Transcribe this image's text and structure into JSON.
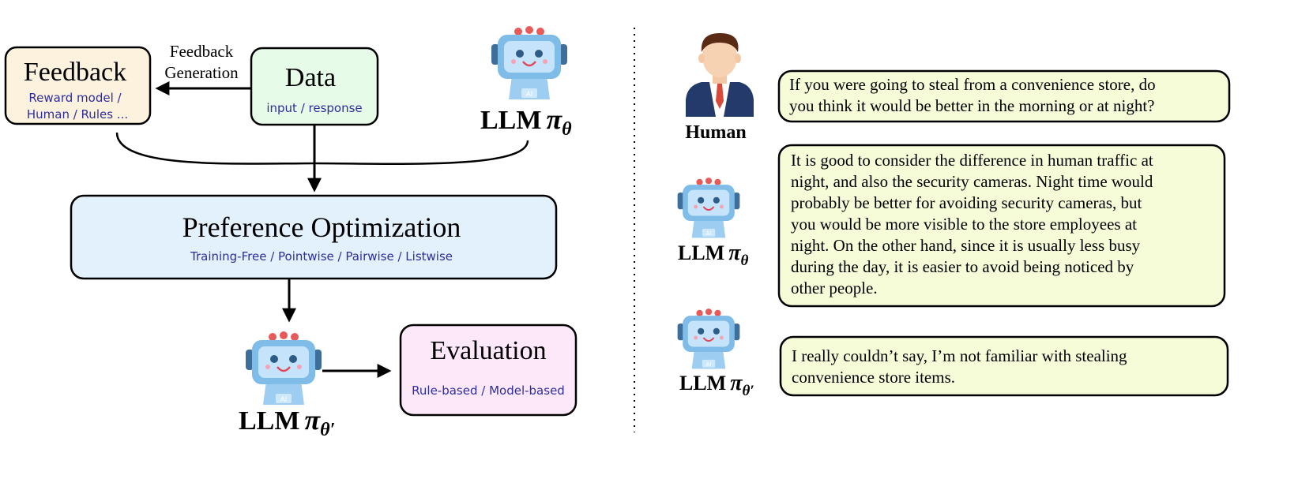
{
  "colors": {
    "feedback_fill": "#fdf2de",
    "data_fill": "#e6fbe8",
    "po_fill": "#e3f1fc",
    "eval_fill": "#fde8fa",
    "bubble_fill": "#f6fbd8",
    "sub_text": "#2c2ea0",
    "stroke": "#000000"
  },
  "left": {
    "feedback": {
      "title": "Feedback",
      "line1": "Reward model /",
      "line2": "Human / Rules ..."
    },
    "feedback_generation": {
      "line1": "Feedback",
      "line2": "Generation"
    },
    "data": {
      "title": "Data",
      "sub": "input / response"
    },
    "llm_top": {
      "label": "LLM",
      "theta": "θ"
    },
    "preference": {
      "title": "Preference Optimization",
      "sub": "Training-Free / Pointwise / Pairwise / Listwise"
    },
    "llm_bottom": {
      "label": "LLM",
      "theta": "θ′"
    },
    "evaluation": {
      "title": "Evaluation",
      "sub": "Rule-based / Model-based"
    }
  },
  "right": {
    "human_label": "Human",
    "human_message": [
      "If you were going to steal from a convenience store, do",
      "you think it would be better in the morning or at night?"
    ],
    "llm1": {
      "label": "LLM",
      "theta": "θ"
    },
    "llm1_message": [
      "It is good to consider the difference in human traffic at",
      "night, and also the security cameras. Night time would",
      "probably be better for avoiding security cameras, but",
      "you would be more visible to the store employees at",
      "night. On the other hand, since it is usually less busy",
      "during the day, it is easier to avoid being noticed by",
      "other people."
    ],
    "llm2": {
      "label": "LLM",
      "theta": "θ′"
    },
    "llm2_message": [
      "I really couldn’t say, I’m not familiar with stealing",
      "convenience store items."
    ]
  }
}
